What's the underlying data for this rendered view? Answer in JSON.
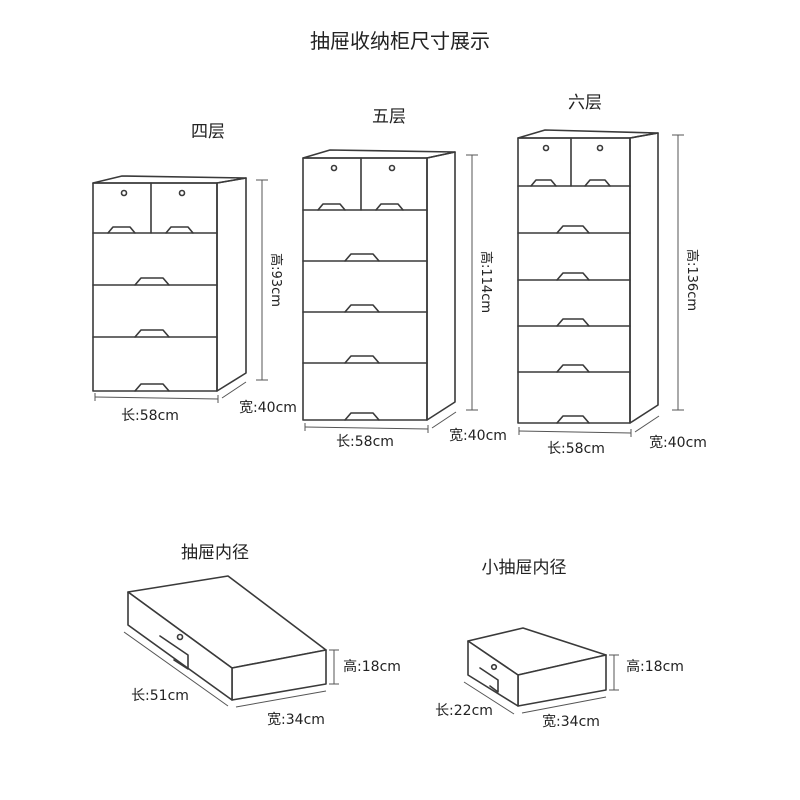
{
  "title": "抽屉收纳柜尺寸展示",
  "cabinets": [
    {
      "name": "四层",
      "height": "高:93cm",
      "length": "长:58cm",
      "width": "宽:40cm"
    },
    {
      "name": "五层",
      "height": "高:114cm",
      "length": "长:58cm",
      "width": "宽:40cm"
    },
    {
      "name": "六层",
      "height": "高:136cm",
      "length": "长:58cm",
      "width": "宽:40cm"
    }
  ],
  "drawers": [
    {
      "name": "抽屉内径",
      "height": "高:18cm",
      "length": "长:51cm",
      "width": "宽:34cm"
    },
    {
      "name": "小抽屉内径",
      "height": "高:18cm",
      "length": "长:22cm",
      "width": "宽:34cm"
    }
  ],
  "colors": {
    "line": "#3a3a3a",
    "background": "#ffffff"
  }
}
